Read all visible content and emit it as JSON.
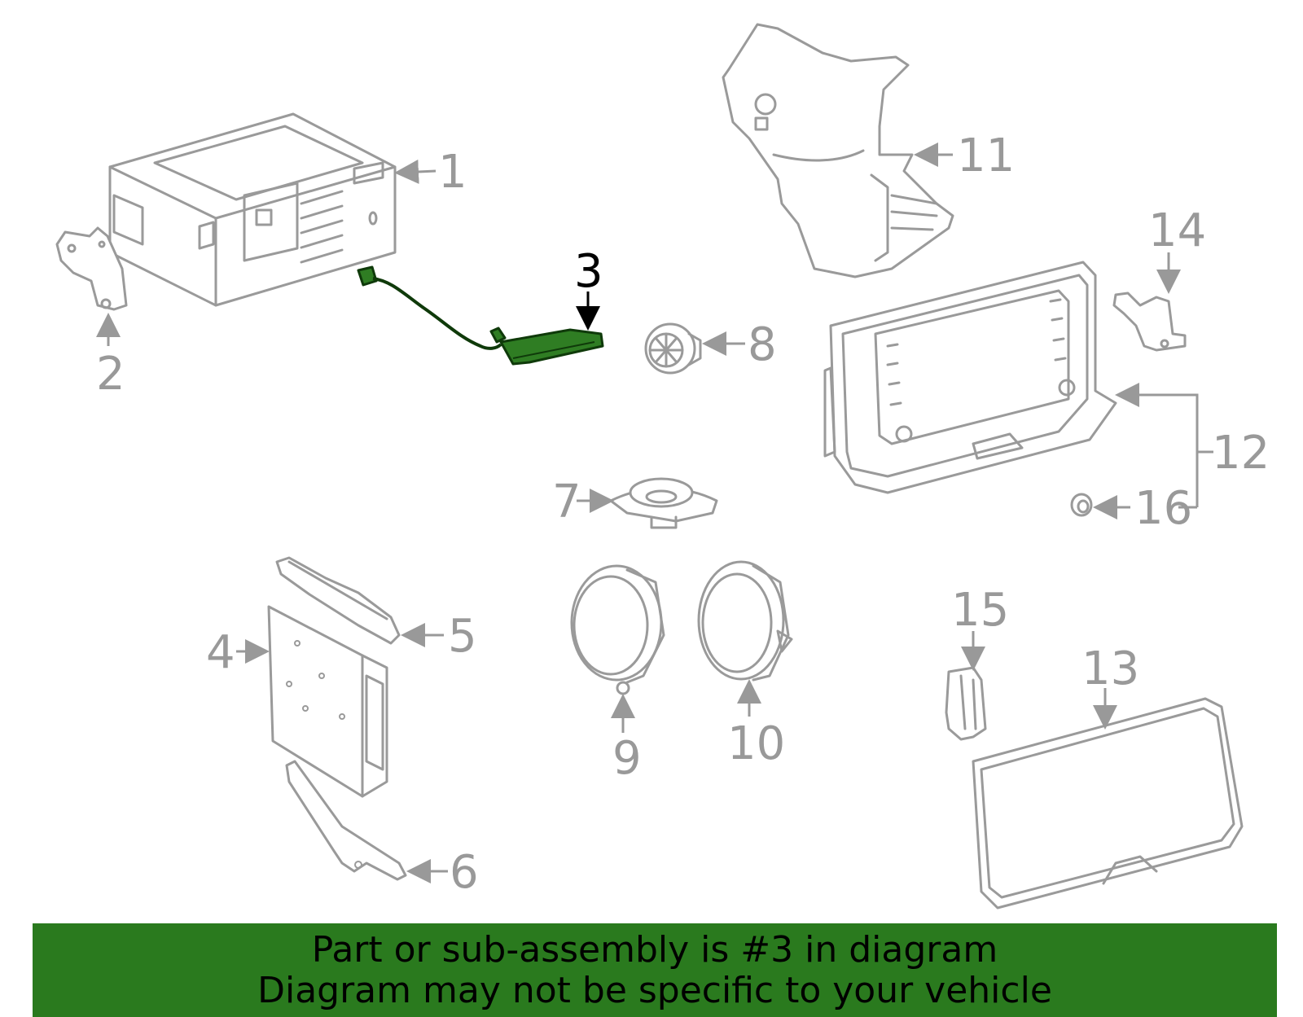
{
  "highlight_color": "#2a7a1e",
  "highlighted_part": "3",
  "callouts": [
    "1",
    "2",
    "3",
    "4",
    "5",
    "6",
    "7",
    "8",
    "9",
    "10",
    "11",
    "12",
    "13",
    "14",
    "15",
    "16"
  ],
  "banner": {
    "line1": "Part or sub-assembly is #3 in diagram",
    "line2": "Diagram may not be specific to your vehicle"
  }
}
